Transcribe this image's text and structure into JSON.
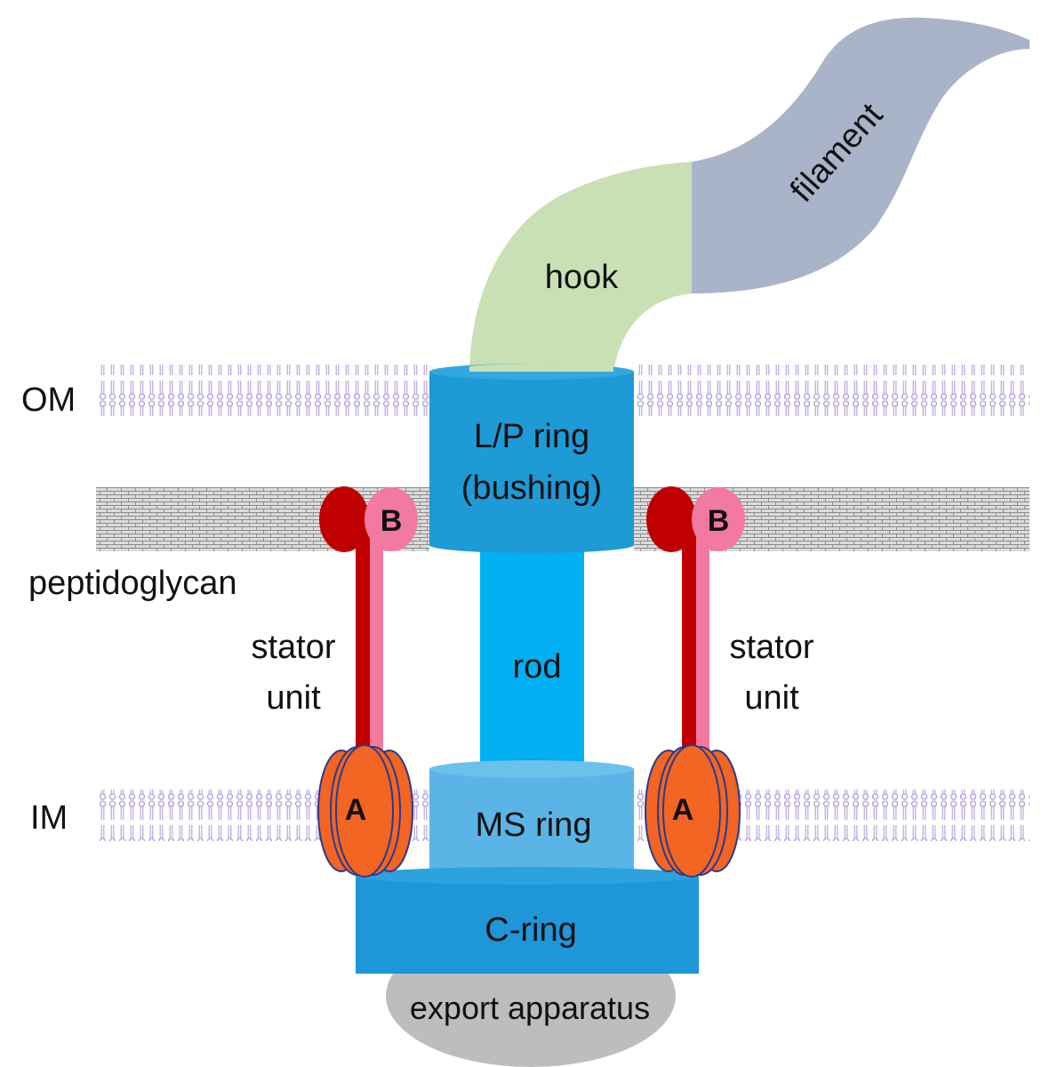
{
  "labels": {
    "om": "OM",
    "im": "IM",
    "peptidoglycan": "peptidoglycan",
    "hook": "hook",
    "filament": "filament",
    "lp_ring_line1": "L/P ring",
    "lp_ring_line2": "(bushing)",
    "rod": "rod",
    "ms_ring": "MS ring",
    "c_ring": "C-ring",
    "export_apparatus": "export apparatus",
    "stator_line1": "stator",
    "stator_line2": "unit",
    "subunit_a": "A",
    "subunit_b": "B"
  },
  "colors": {
    "membrane_lipid": "#b39ddb",
    "peptidoglycan_fill": "#d6d6d6",
    "hook": "#c8e0b4",
    "filament": "#aab4c8",
    "lp_ring": "#1e9ad6",
    "lp_ring_top": "#33a8e0",
    "rod": "#00b0f0",
    "ms_ring": "#5ab4e6",
    "c_ring": "#1e96d8",
    "export_apparatus": "#bdbdbd",
    "mota": "#f26522",
    "mota_outline": "#2a3a8c",
    "motb": "#f279a0",
    "motb_dark": "#c00000"
  }
}
